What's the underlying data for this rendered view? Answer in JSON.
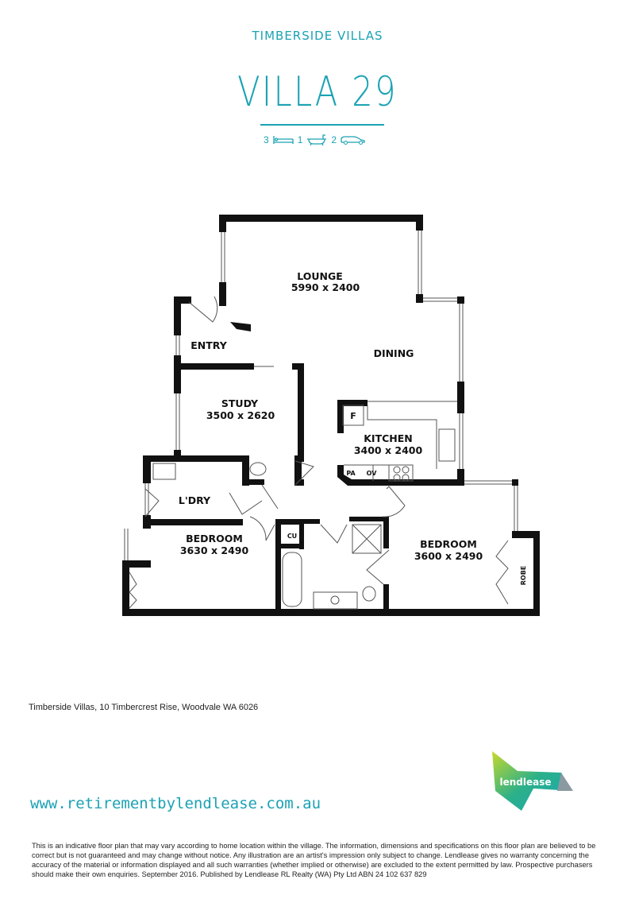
{
  "header": {
    "estate": "TIMBERSIDE VILLAS",
    "villa": "VILLA 29",
    "features": {
      "bedrooms": "3",
      "bathrooms": "1",
      "car_spaces": "2"
    }
  },
  "floorplan": {
    "rooms": {
      "lounge": {
        "name": "LOUNGE",
        "size": "5990 x 2400"
      },
      "entry": {
        "name": "ENTRY"
      },
      "dining": {
        "name": "DINING"
      },
      "study": {
        "name": "STUDY",
        "size": "3500 x 2620"
      },
      "kitchen": {
        "name": "KITCHEN",
        "size": "3400 x 2400"
      },
      "laundry": {
        "name": "L'DRY"
      },
      "bedroom_left": {
        "name": "BEDROOM",
        "size": "3630 x 2490"
      },
      "bedroom_right": {
        "name": "BEDROOM",
        "size": "3600 x 2490"
      },
      "cu": {
        "name": "CU"
      },
      "robe": {
        "name": "ROBE"
      },
      "fridge": {
        "name": "F"
      },
      "pantry": {
        "name": "PA"
      },
      "oven": {
        "name": "OV"
      }
    }
  },
  "address": "Timberside Villas, 10 Timbercrest Rise, Woodvale WA 6026",
  "website": "www.retirementbylendlease.com.au",
  "logo": {
    "text": "lendlease"
  },
  "disclaimer": "This is an indicative floor plan that may vary according to home location within the village. The information, dimensions and specifications on this floor plan are believed to be correct but is not guaranteed and may change without notice. Any illustration are an artist's impression only subject to change. Lendlease gives no warranty concerning the accuracy of the material or information displayed and all such warranties (whether implied or otherwise) are excluded to the extent permitted by law. Prospective purchasers should make their own enquiries. September 2016. Published by Lendlease RL Realty (WA) Pty Ltd ABN 24 102 637 829",
  "colors": {
    "brand": "#1ba2b4",
    "walls": "#111111"
  }
}
